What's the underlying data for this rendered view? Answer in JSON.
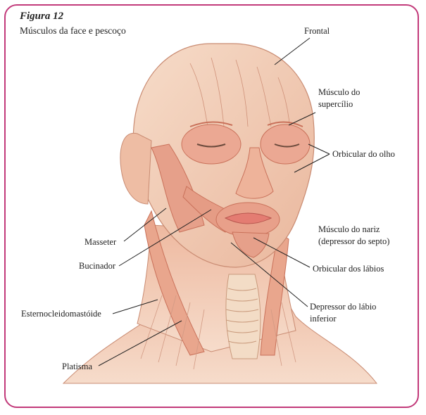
{
  "figure": {
    "title": "Figura 12",
    "subtitle": "Músculos da face e pescoço"
  },
  "labels": {
    "frontal": "Frontal",
    "supercilio_line1": "Músculo do",
    "supercilio_line2": "supercílio",
    "orbicular_olho": "Orbicular do olho",
    "masseter": "Masseter",
    "bucinador": "Bucinador",
    "nariz_line1": "Músculo do nariz",
    "nariz_line2": "(depressor do septo)",
    "orbicular_labios": "Orbicular dos lábios",
    "depressor_line1": "Depressor do lábio",
    "depressor_line2": "inferior",
    "esterno": "Esternocleidomastóide",
    "platisma": "Platisma"
  },
  "colors": {
    "frame": "#c23a7a",
    "skin": "#f1cdb4",
    "muscle": "#e6a48c",
    "muscle_line": "#c9715a",
    "bone": "#f4e6d8"
  }
}
